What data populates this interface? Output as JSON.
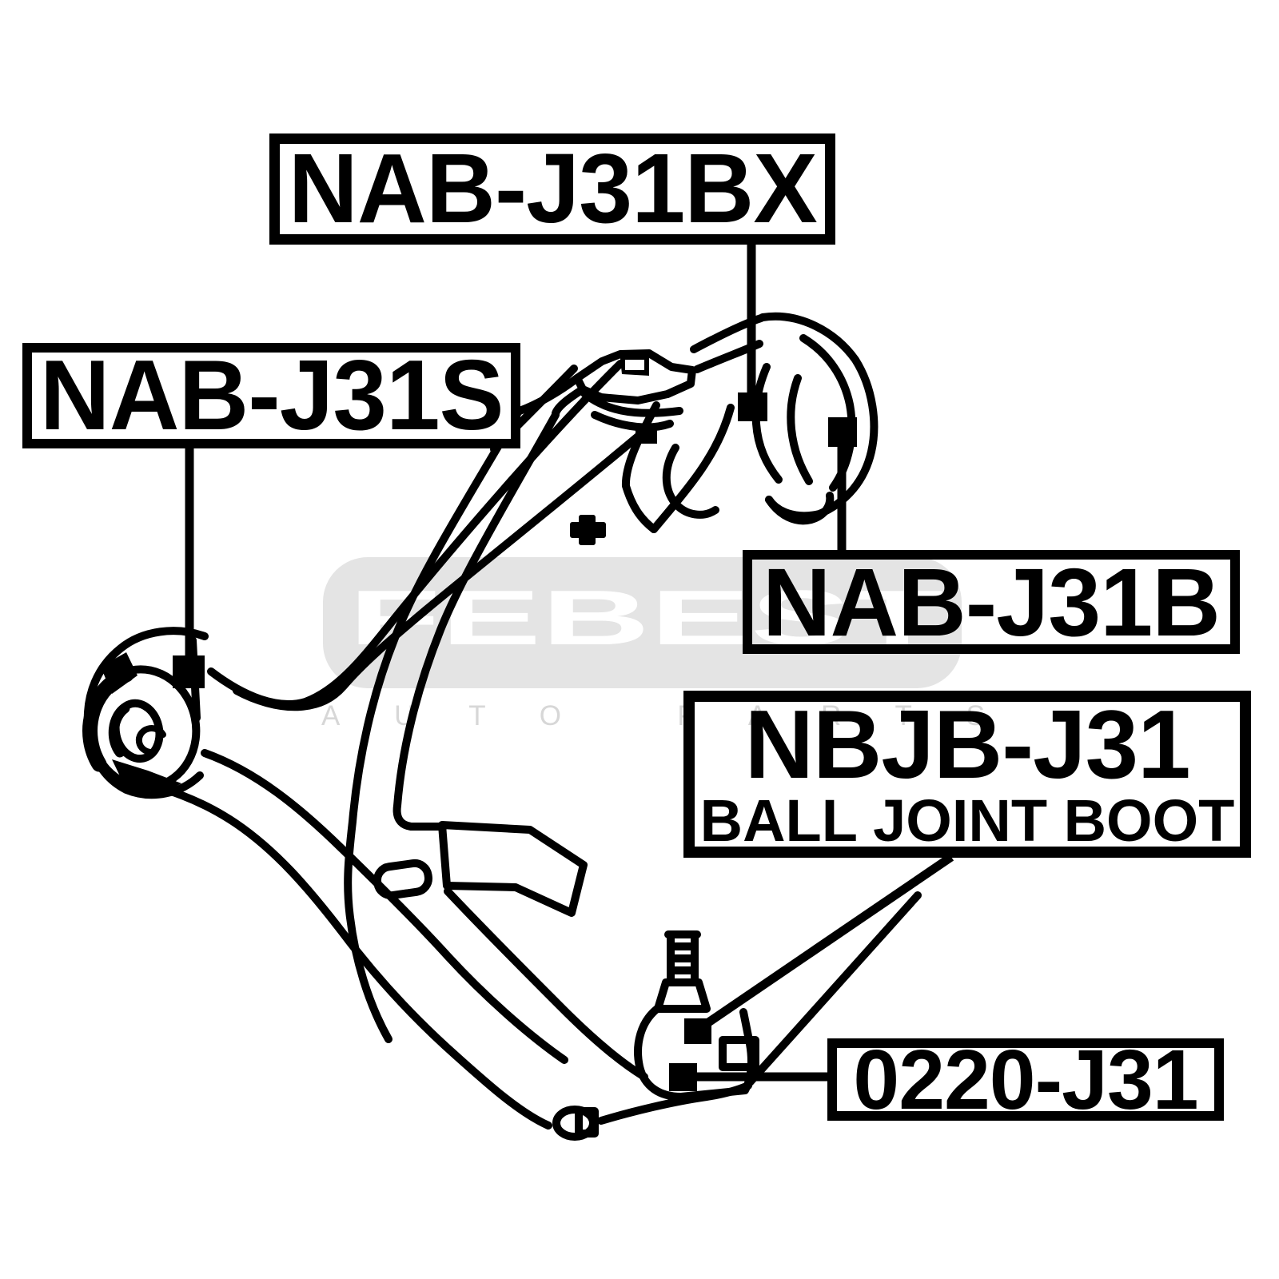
{
  "document": {
    "kind": "auto parts catalog diagram",
    "subject": "front suspension crossmember and lower control arm line drawing with part callouts"
  },
  "colors": {
    "paper": "#ffffff",
    "ink": "#000000",
    "watermark_badge": "#e4e4e4",
    "watermark_brand": "#ffffff",
    "watermark_tagline": "#d7d7d7"
  },
  "watermark": {
    "brand": "FEBEST",
    "tagline": "AUTO PARTS"
  },
  "callouts": [
    {
      "id": "nab-j31bx",
      "code": "NAB-J31BX"
    },
    {
      "id": "nab-j31s",
      "code": "NAB-J31S"
    },
    {
      "id": "nab-j31b",
      "code": "NAB-J31B"
    },
    {
      "id": "nbjb-j31",
      "code": "NBJB-J31",
      "caption": "BALL JOINT BOOT"
    },
    {
      "id": "0220-j31",
      "code": "0220-J31"
    }
  ]
}
